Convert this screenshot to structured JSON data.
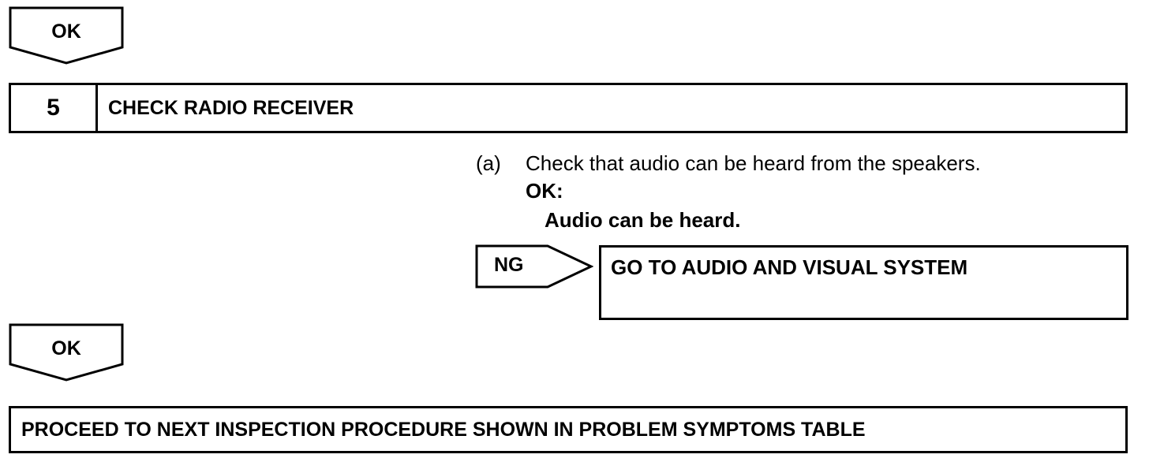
{
  "top_ok": {
    "label": "OK"
  },
  "step": {
    "number": "5",
    "title": "CHECK RADIO RECEIVER"
  },
  "instruction": {
    "marker": "(a)",
    "text": "Check that audio can be heard from the speakers.",
    "ok_label": "OK:",
    "ok_value": "Audio can be heard."
  },
  "ng": {
    "label": "NG",
    "result": "GO TO AUDIO AND VISUAL SYSTEM"
  },
  "bottom_ok": {
    "label": "OK"
  },
  "final": {
    "text": "PROCEED TO NEXT INSPECTION PROCEDURE SHOWN IN PROBLEM SYMPTOMS TABLE"
  }
}
